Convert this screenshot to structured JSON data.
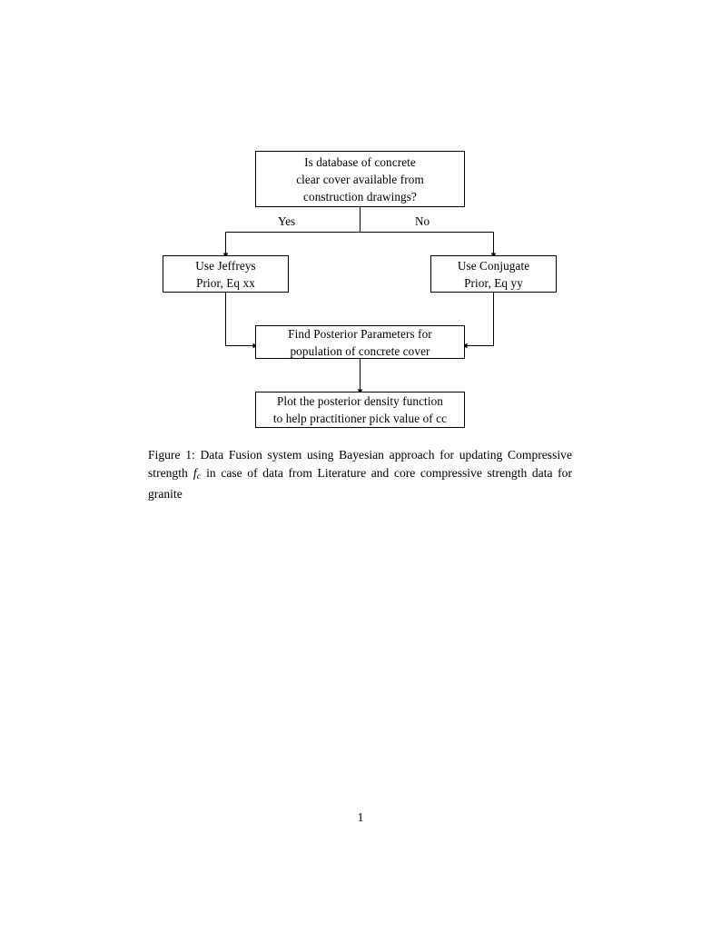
{
  "document": {
    "page_number": "1",
    "background_color": "#ffffff",
    "text_color": "#000000"
  },
  "figure": {
    "caption_prefix": "Figure 1:",
    "caption_part1": " Data Fusion system using Bayesian approach for updating Compressive strength ",
    "caption_math_base": "f",
    "caption_math_sub": "c",
    "caption_part2": " in case of data from Literature and core compressive strength data for granite"
  },
  "flowchart": {
    "nodes": [
      {
        "id": "decision",
        "name": "decision-node",
        "lines": [
          "Is database of concrete",
          "clear cover available from",
          "construction drawings?"
        ]
      },
      {
        "id": "jeffreys",
        "name": "jeffreys-prior-node",
        "lines": [
          "Use Jeffreys",
          "Prior, Eq xx"
        ]
      },
      {
        "id": "conjugate",
        "name": "conjugate-prior-node",
        "lines": [
          "Use Conjugate",
          "Prior, Eq yy"
        ]
      },
      {
        "id": "posterior",
        "name": "find-posterior-node",
        "lines": [
          "Find Posterior Parameters for",
          "population of concrete cover"
        ]
      },
      {
        "id": "plot",
        "name": "plot-posterior-node",
        "lines": [
          "Plot the posterior density function",
          "to help practitioner pick value of cc"
        ]
      }
    ],
    "edge_labels": {
      "yes": "Yes",
      "no": "No"
    },
    "line_color": "#000000"
  }
}
